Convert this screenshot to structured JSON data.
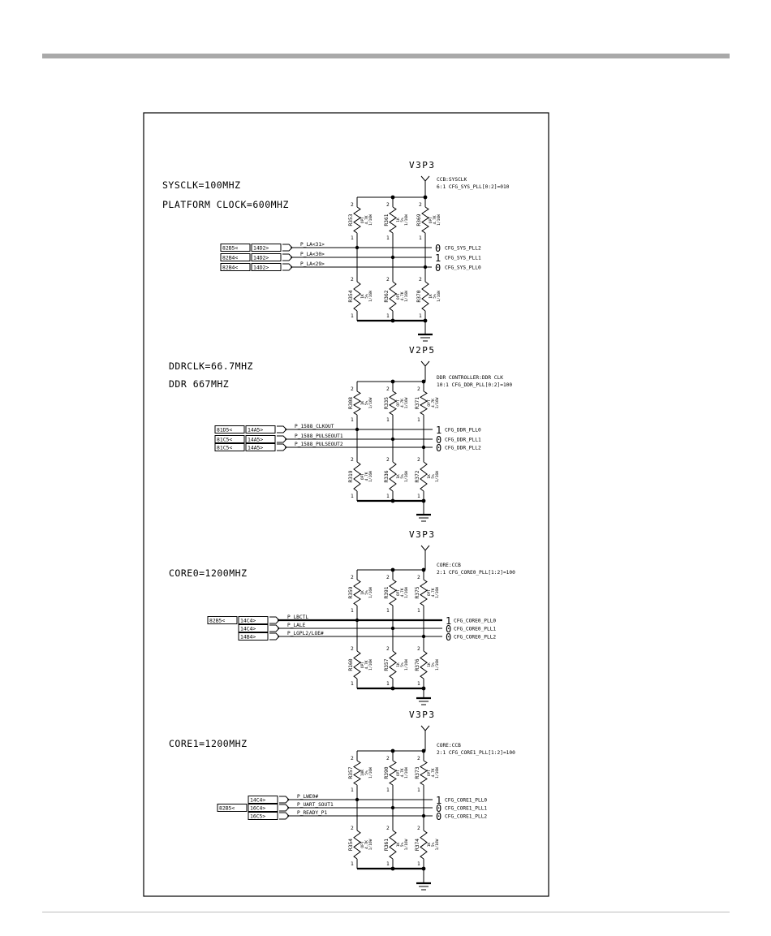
{
  "sections": [
    {
      "id": "sysclk",
      "titles": [
        "SYSCLK=100MHZ",
        "PLATFORM CLOCK=600MHZ"
      ],
      "rail": "V3P3",
      "note_lines": [
        "CCB:SYSCLK",
        "6:1 CFG_SYS_PLL[0:2]=010"
      ],
      "signals": [
        {
          "net": "P_LA<31>",
          "tags": [
            "82B5<",
            "14D2>"
          ],
          "value": "0",
          "cfg": "CFG_SYS_PLL2"
        },
        {
          "net": "P_LA<30>",
          "tags": [
            "82B4<",
            "14D2>"
          ],
          "value": "1",
          "cfg": "CFG_SYS_PLL1"
        },
        {
          "net": "P_LA<29>",
          "tags": [
            "82B4<",
            "14D2>"
          ],
          "value": "0",
          "cfg": "CFG_SYS_PLL0"
        }
      ],
      "upper_resistors": [
        {
          "ref": "R353",
          "lines": [
            "OPT",
            "4.7K",
            "1/16W"
          ]
        },
        {
          "ref": "R361",
          "lines": [
            "1K",
            "5%",
            "1/16W"
          ]
        },
        {
          "ref": "R369",
          "lines": [
            "OPT",
            "4.7K",
            "1/16W"
          ]
        }
      ],
      "lower_resistors": [
        {
          "ref": "R354",
          "lines": [
            "1K",
            "5%",
            "1/16W"
          ]
        },
        {
          "ref": "R362",
          "lines": [
            "OPT",
            "4.7K",
            "1/16W"
          ]
        },
        {
          "ref": "R370",
          "lines": [
            "1K",
            "5%",
            "1/16W"
          ]
        }
      ]
    },
    {
      "id": "ddrclk",
      "titles": [
        "DDRCLK=66.7MHZ",
        "DDR 667MHZ"
      ],
      "rail": "V2P5",
      "note_lines": [
        "DDR CONTROLLER:DDR CLK",
        "10:1 CFG_DDR_PLL[0:2]=100"
      ],
      "signals": [
        {
          "net": "P_1588_CLKOUT",
          "tags": [
            "81D5<",
            "14A5>"
          ],
          "value": "1",
          "cfg": "CFG_DDR_PLL0"
        },
        {
          "net": "P_1588_PULSEOUT1",
          "tags": [
            "81C5<",
            "14A5>"
          ],
          "value": "0",
          "cfg": "CFG_DDR_PLL1"
        },
        {
          "net": "P_1588_PULSEOUT2",
          "tags": [
            "81C5<",
            "14A5>"
          ],
          "value": "0",
          "cfg": "CFG_DDR_PLL2"
        }
      ],
      "upper_resistors": [
        {
          "ref": "R308",
          "lines": [
            "1K",
            "5%",
            "1/16W"
          ]
        },
        {
          "ref": "R335",
          "lines": [
            "OPT",
            "4.7K",
            "1/16W"
          ]
        },
        {
          "ref": "R371",
          "lines": [
            "OPT",
            "4.7K",
            "1/16W"
          ]
        }
      ],
      "lower_resistors": [
        {
          "ref": "R319",
          "lines": [
            "OPT",
            "4.7K",
            "1/16W"
          ]
        },
        {
          "ref": "R336",
          "lines": [
            "1K",
            "5%",
            "1/16W"
          ]
        },
        {
          "ref": "R372",
          "lines": [
            "1K",
            "5%",
            "1/16W"
          ]
        }
      ]
    },
    {
      "id": "core0",
      "titles": [
        "CORE0=1200MHZ"
      ],
      "rail": "V3P3",
      "note_lines": [
        "CORE:CCB",
        "2:1 CFG_CORE0_PLL[1:2]=100"
      ],
      "signals": [
        {
          "net": "P_LBCTL",
          "tags": [
            "82B5<",
            "14C4>"
          ],
          "value": "1",
          "cfg": "CFG_CORE0_PLL0"
        },
        {
          "net": "P_LALE",
          "tags": [
            "14C4>"
          ],
          "value": "0",
          "cfg": "CFG_CORE0_PLL1"
        },
        {
          "net": "P_LGPL2/LOE#",
          "tags": [
            "14B4>"
          ],
          "value": "0",
          "cfg": "CFG_CORE0_PLL2"
        }
      ],
      "upper_resistors": [
        {
          "ref": "R359",
          "lines": [
            "1K",
            "5%",
            "1/16W"
          ]
        },
        {
          "ref": "R391",
          "lines": [
            "OPT",
            "4.7K",
            "1/16W"
          ]
        },
        {
          "ref": "R375",
          "lines": [
            "OPT",
            "4.7K",
            "1/16W"
          ]
        }
      ],
      "lower_resistors": [
        {
          "ref": "R160",
          "lines": [
            "OPT",
            "4.7K",
            "1/16W"
          ]
        },
        {
          "ref": "R357",
          "lines": [
            "1K",
            "5%",
            "1/16W"
          ]
        },
        {
          "ref": "R376",
          "lines": [
            "1K",
            "5%",
            "1/16W"
          ]
        }
      ]
    },
    {
      "id": "core1",
      "titles": [
        "CORE1=1200MHZ"
      ],
      "rail": "V3P3",
      "note_lines": [
        "CORE:CCB",
        "2:1 CFG_CORE1_PLL[1:2]=100"
      ],
      "signals": [
        {
          "net": "P_LWE0#",
          "tags": [
            "14C4>"
          ],
          "value": "1",
          "cfg": "CFG_CORE1_PLL0"
        },
        {
          "net": "P_UART_SOUT1",
          "tags": [
            "82B5<",
            "16C4>"
          ],
          "value": "0",
          "cfg": "CFG_CORE1_PLL1"
        },
        {
          "net": "P_READY_P1",
          "tags": [
            "16C5>"
          ],
          "value": "0",
          "cfg": "CFG_CORE1_PLL2"
        }
      ],
      "upper_resistors": [
        {
          "ref": "R357",
          "lines": [
            "10K",
            "5%",
            "1/16W"
          ]
        },
        {
          "ref": "R390",
          "lines": [
            "OPT",
            "4.7K",
            "1/16W"
          ]
        },
        {
          "ref": "R373",
          "lines": [
            "OPT",
            "4.7K",
            "1/16W"
          ]
        }
      ],
      "lower_resistors": [
        {
          "ref": "R354",
          "lines": [
            "OPT",
            "4.7K",
            "1/16W"
          ]
        },
        {
          "ref": "R361",
          "lines": [
            "1K",
            "5%",
            "1/16W"
          ]
        },
        {
          "ref": "R374",
          "lines": [
            "1K",
            "5%",
            "1/16W"
          ]
        }
      ]
    }
  ],
  "pin_labels": {
    "top": "2",
    "bottom": "1"
  }
}
